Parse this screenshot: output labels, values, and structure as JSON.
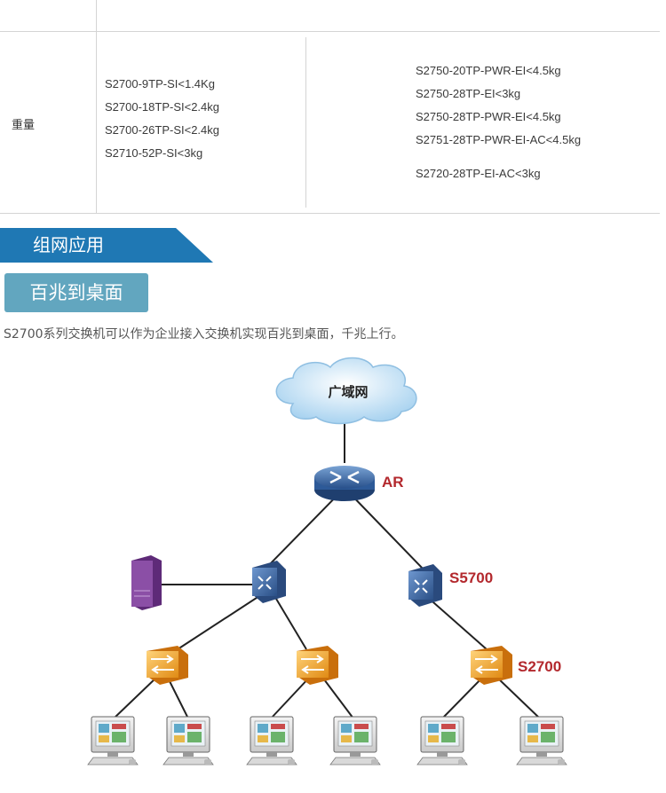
{
  "spec_table": {
    "row_label": "重量",
    "col1": [
      "S2700-9TP-SI<1.4Kg",
      "S2700-18TP-SI<2.4kg",
      "S2700-26TP-SI<2.4kg",
      "S2710-52P-SI<3kg"
    ],
    "col2": [
      "S2750-20TP-PWR-EI<4.5kg",
      "S2750-28TP-EI<3kg",
      "S2750-28TP-PWR-EI<4.5kg",
      "S2751-28TP-PWR-EI-AC<4.5kg"
    ],
    "col2_extra": "S2720-28TP-EI-AC<3kg"
  },
  "section": {
    "title": "组网应用"
  },
  "subtab": {
    "label": "百兆到桌面"
  },
  "description": "S2700系列交换机可以作为企业接入交换机实现百兆到桌面，千兆上行。",
  "diagram": {
    "cloud_label": "广域网",
    "router_label": "AR",
    "core_switch_label": "S5700",
    "access_switch_label": "S2700",
    "colors": {
      "line": "#222222",
      "label_red": "#b3282d",
      "switch_blue": "#3d6da8",
      "access_orange": "#f0a32b",
      "server_purple": "#7a3d8f",
      "cloud": "#cfe6f7"
    }
  }
}
